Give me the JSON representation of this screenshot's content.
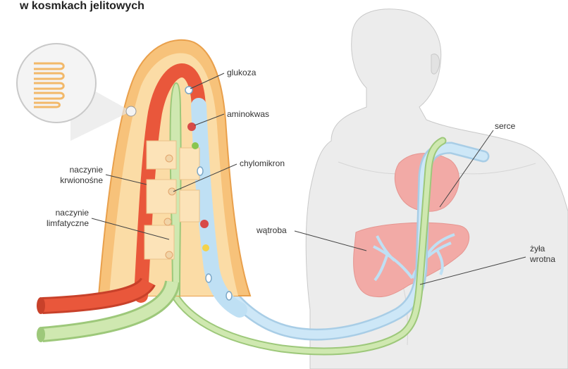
{
  "title": "w kosmkach jelitowych",
  "labels": {
    "glukoza": "glukoza",
    "aminokwas": "aminokwas",
    "chylomikron": "chylomikron",
    "naczynie_krwionosne_1": "naczynie",
    "naczynie_krwionosne_2": "krwionośne",
    "naczynie_limfatyczne_1": "naczynie",
    "naczynie_limfatyczne_2": "limfatyczne",
    "watroba": "wątroba",
    "serce": "serce",
    "zyla_wrotna_1": "żyła",
    "zyla_wrotna_2": "wrotna"
  },
  "colors": {
    "villus_outer": "#f5b85e",
    "villus_inner": "#fbdca6",
    "blood_vessel": "#e9573b",
    "lymph_vessel": "#bfe09a",
    "portal_vein": "#bfe0f4",
    "organ": "#f2aaa6",
    "body": "#ececec"
  }
}
